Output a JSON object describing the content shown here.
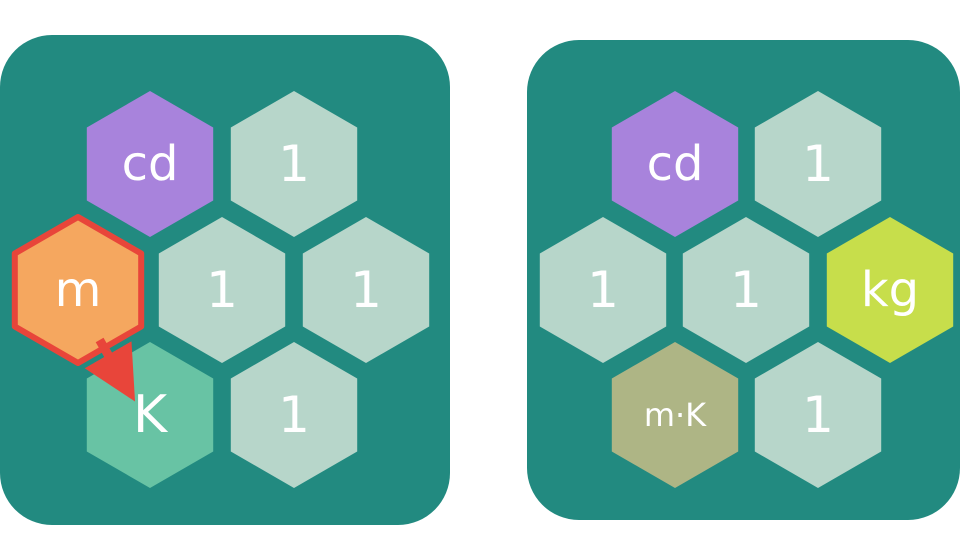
{
  "colors": {
    "board": "#228a80",
    "empty_tile": "#b7d6ca",
    "candela": "#a883dc",
    "meter": "#f5a75f",
    "selection_border": "#e8453a",
    "kelvin": "#68c3a4",
    "kilogram": "#c7de4b",
    "meter_kelvin": "#aeb585",
    "arrow": "#e8453a"
  },
  "boards": [
    {
      "name": "board-before",
      "tiles": [
        {
          "label": "cd",
          "kind": "candela"
        },
        {
          "label": "1",
          "kind": "empty"
        },
        {
          "label": "m",
          "kind": "meter",
          "selected": true
        },
        {
          "label": "1",
          "kind": "empty"
        },
        {
          "label": "1",
          "kind": "empty"
        },
        {
          "label": "K",
          "kind": "kelvin"
        },
        {
          "label": "1",
          "kind": "empty"
        }
      ],
      "move_arrow": {
        "from": "m",
        "to": "K"
      }
    },
    {
      "name": "board-after",
      "tiles": [
        {
          "label": "cd",
          "kind": "candela"
        },
        {
          "label": "1",
          "kind": "empty"
        },
        {
          "label": "1",
          "kind": "empty"
        },
        {
          "label": "1",
          "kind": "empty"
        },
        {
          "label": "kg",
          "kind": "kilogram"
        },
        {
          "label": "m·K",
          "kind": "meter_kelvin"
        },
        {
          "label": "1",
          "kind": "empty"
        }
      ]
    }
  ]
}
